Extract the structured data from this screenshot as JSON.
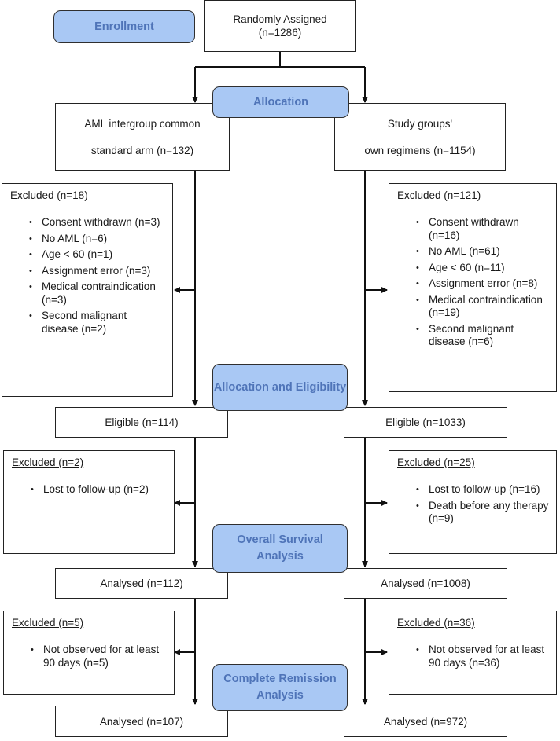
{
  "stages": {
    "enrollment": "Enrollment",
    "allocation": "Allocation",
    "eligibility": "Allocation and Eligibility",
    "overall_survival": "Overall Survival Analysis",
    "complete_remission": "Complete Remission Analysis"
  },
  "randomized": {
    "line1": "Randomly Assigned",
    "line2": "(n=1286)"
  },
  "left_arm": {
    "allocation_line1": "AML intergroup common",
    "allocation_line2": "standard arm (n=132)",
    "excluded_eligibility": {
      "title": "Excluded (n=18)",
      "items": [
        "Consent withdrawn (n=3)",
        "No AML (n=6)",
        "Age < 60 (n=1)",
        "Assignment error (n=3)",
        "Medical contraindication (n=3)",
        "Second malignant disease (n=2)"
      ]
    },
    "eligible": "Eligible (n=114)",
    "excluded_survival": {
      "title": "Excluded (n=2)",
      "items": [
        "Lost to follow-up (n=2)"
      ]
    },
    "analysed_survival": "Analysed (n=112)",
    "excluded_remission": {
      "title": "Excluded (n=5)",
      "items": [
        "Not observed for at least 90 days (n=5)"
      ]
    },
    "analysed_remission": "Analysed (n=107)"
  },
  "right_arm": {
    "allocation_line1": "Study groups'",
    "allocation_line2": "own regimens (n=1154)",
    "excluded_eligibility": {
      "title": "Excluded (n=121)",
      "items": [
        "Consent withdrawn (n=16)",
        "No AML (n=61)",
        "Age < 60 (n=11)",
        "Assignment error (n=8)",
        "Medical contraindication (n=19)",
        "Second malignant disease (n=6)"
      ]
    },
    "eligible": "Eligible (n=1033)",
    "excluded_survival": {
      "title": "Excluded (n=25)",
      "items": [
        "Lost to follow-up (n=16)",
        "Death before any therapy (n=9)"
      ]
    },
    "analysed_survival": "Analysed (n=1008)",
    "excluded_remission": {
      "title": "Excluded (n=36)",
      "items": [
        "Not observed for at least 90 days (n=36)"
      ]
    },
    "analysed_remission": "Analysed (n=972)"
  }
}
